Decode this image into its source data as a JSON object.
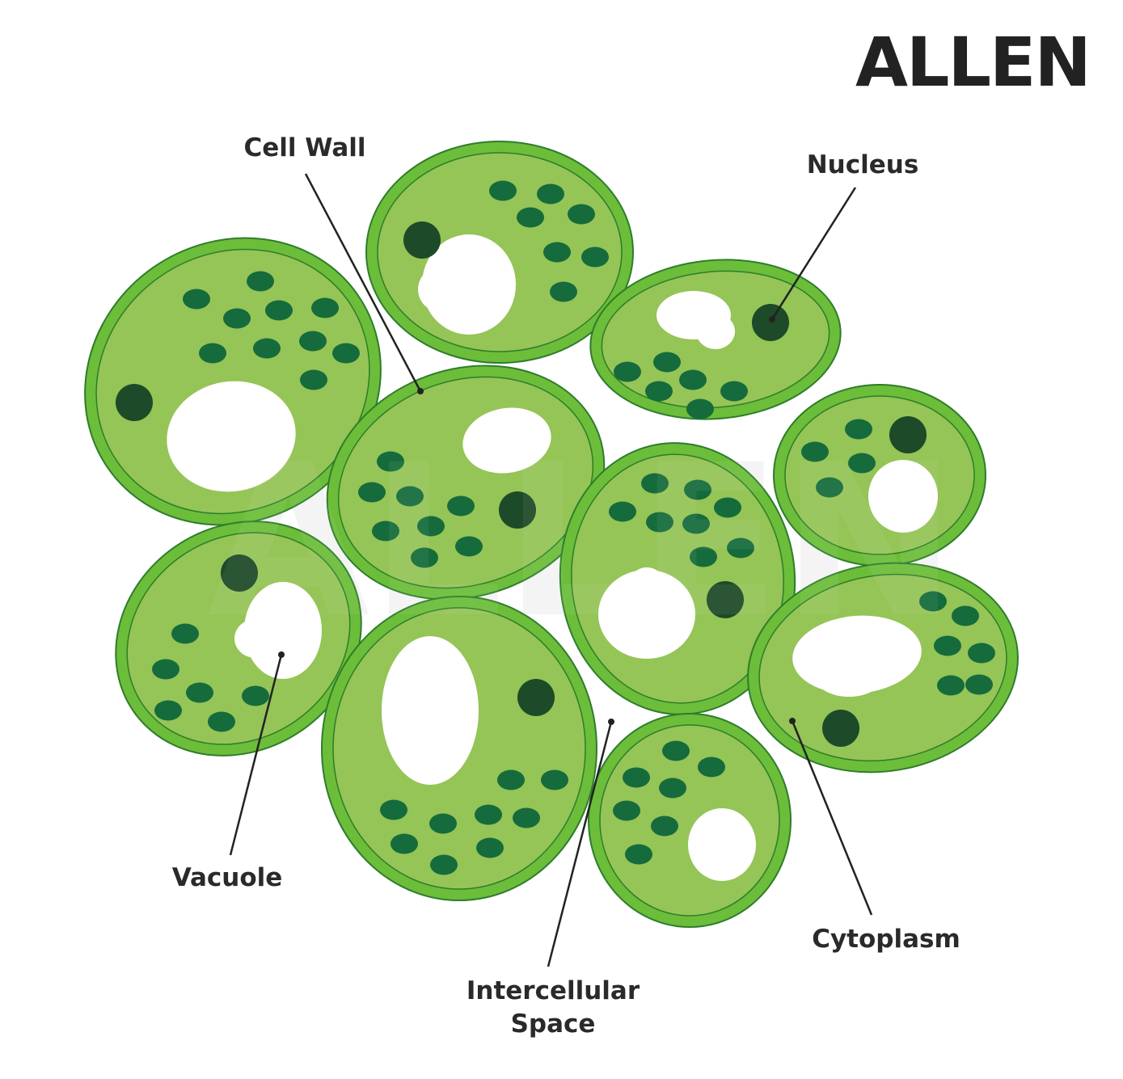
{
  "logo": "ALLEN",
  "watermark": "ALLEN",
  "labels": {
    "cell_wall": "Cell Wall",
    "nucleus": "Nucleus",
    "vacuole": "Vacuole",
    "intercellular_space_line1": "Intercellular",
    "intercellular_space_line2": "Space",
    "cytoplasm": "Cytoplasm"
  },
  "colors": {
    "cell_wall": "#6cbd3a",
    "cytoplasm": "#95c457",
    "outline": "#2e7d2a",
    "chloroplast": "#156b3b",
    "nucleus": "#1d4a28",
    "vacuole": "#ffffff",
    "label_text": "#2a2a2a"
  }
}
